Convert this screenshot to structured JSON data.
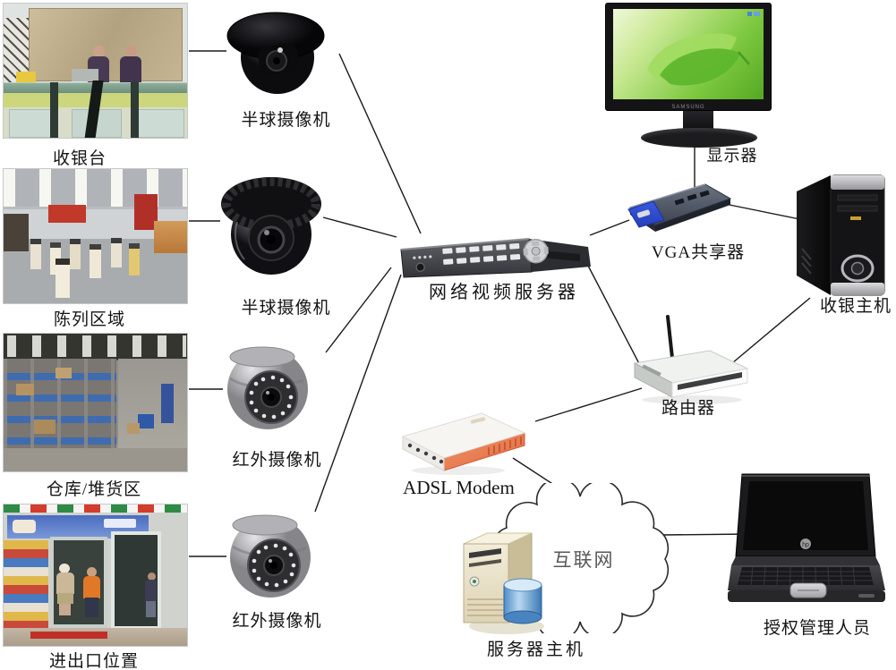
{
  "locations": [
    {
      "label": "收银台"
    },
    {
      "label": "陈列区域"
    },
    {
      "label": "仓库/堆货区"
    },
    {
      "label": "进出口位置"
    }
  ],
  "cameras": [
    {
      "label": "半球摄像机"
    },
    {
      "label": "半球摄像机"
    },
    {
      "label": "红外摄像机"
    },
    {
      "label": "红外摄像机"
    }
  ],
  "nodes": {
    "video_server": "网络视频服务器",
    "monitor": "显示器",
    "monitor_brand": "SAMSUNG",
    "vga_sharer": "VGA共享器",
    "cashier_host": "收银主机",
    "router": "路由器",
    "adsl_modem": "ADSL Modem",
    "internet": "互联网",
    "server_host": "服务器主机",
    "admin_laptop": "授权管理人员",
    "laptop_brand": "hp"
  },
  "connections": [
    {
      "from": "收银台",
      "to": "半球摄像机-1"
    },
    {
      "from": "陈列区域",
      "to": "半球摄像机-2"
    },
    {
      "from": "仓库/堆货区",
      "to": "红外摄像机-1"
    },
    {
      "from": "进出口位置",
      "to": "红外摄像机-2"
    },
    {
      "from": "半球摄像机-1",
      "to": "网络视频服务器"
    },
    {
      "from": "半球摄像机-2",
      "to": "网络视频服务器"
    },
    {
      "from": "红外摄像机-1",
      "to": "网络视频服务器"
    },
    {
      "from": "红外摄像机-2",
      "to": "网络视频服务器"
    },
    {
      "from": "网络视频服务器",
      "to": "VGA共享器"
    },
    {
      "from": "VGA共享器",
      "to": "显示器"
    },
    {
      "from": "VGA共享器",
      "to": "收银主机"
    },
    {
      "from": "网络视频服务器",
      "to": "路由器"
    },
    {
      "from": "收银主机",
      "to": "路由器"
    },
    {
      "from": "路由器",
      "to": "ADSL Modem"
    },
    {
      "from": "ADSL Modem",
      "to": "互联网"
    },
    {
      "from": "互联网",
      "to": "授权管理人员"
    }
  ],
  "colors": {
    "line": "#1a1a1a",
    "label": "#151515",
    "monitor_leaf": "#5cb62c",
    "vga_accent": "#2a4fd4",
    "modem_accent": "#e8825a",
    "cylinder_blue": "#4e8cc8",
    "cloud_text": "#58585a"
  }
}
